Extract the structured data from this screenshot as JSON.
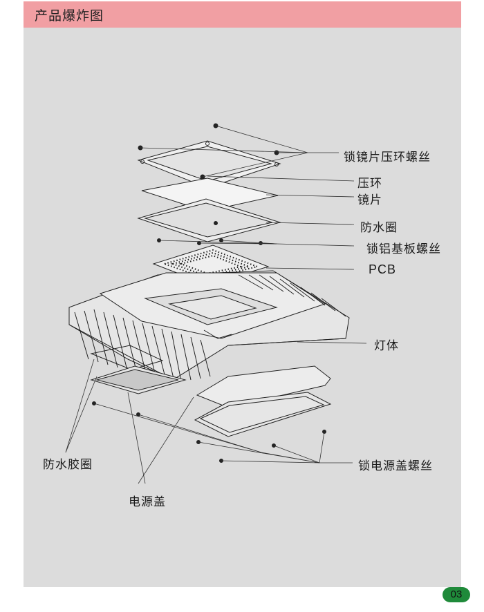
{
  "header": {
    "title": "产品爆炸图"
  },
  "labels": {
    "lens_ring_screws": "锁镜片压环螺丝",
    "pressure_ring": "压环",
    "lens": "镜片",
    "waterproof_ring": "防水圈",
    "aluminum_board_screws": "锁铝基板螺丝",
    "pcb": "PCB",
    "lamp_body": "灯体",
    "waterproof_gasket": "防水胶圈",
    "power_cover": "电源盖",
    "power_cover_screws": "锁电源盖螺丝"
  },
  "page_number": "03",
  "colors": {
    "header_bg": "#f19fa3",
    "panel_bg": "#dcdcdc",
    "badge_bg": "#1f8a3a"
  }
}
